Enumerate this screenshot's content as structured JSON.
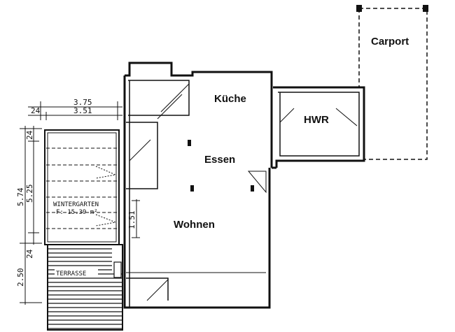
{
  "rooms": {
    "kueche": "Küche",
    "essen": "Essen",
    "wohnen": "Wohnen",
    "hwr": "HWR",
    "carport": "Carport"
  },
  "handwritten": {
    "wintergarten": "WINTERGARTEN",
    "area": "F: 15.39 m²",
    "terrasse": "TERRASSE"
  },
  "dimensions": {
    "width_outer": "3.75",
    "width_inner": "3.51",
    "wall_left_top": "24",
    "wall_top": "24",
    "height_outer": "5.74",
    "height_inner": "5.25",
    "wall_bottom": "24",
    "terrace_depth": "2.50",
    "door_width": "1.51"
  }
}
